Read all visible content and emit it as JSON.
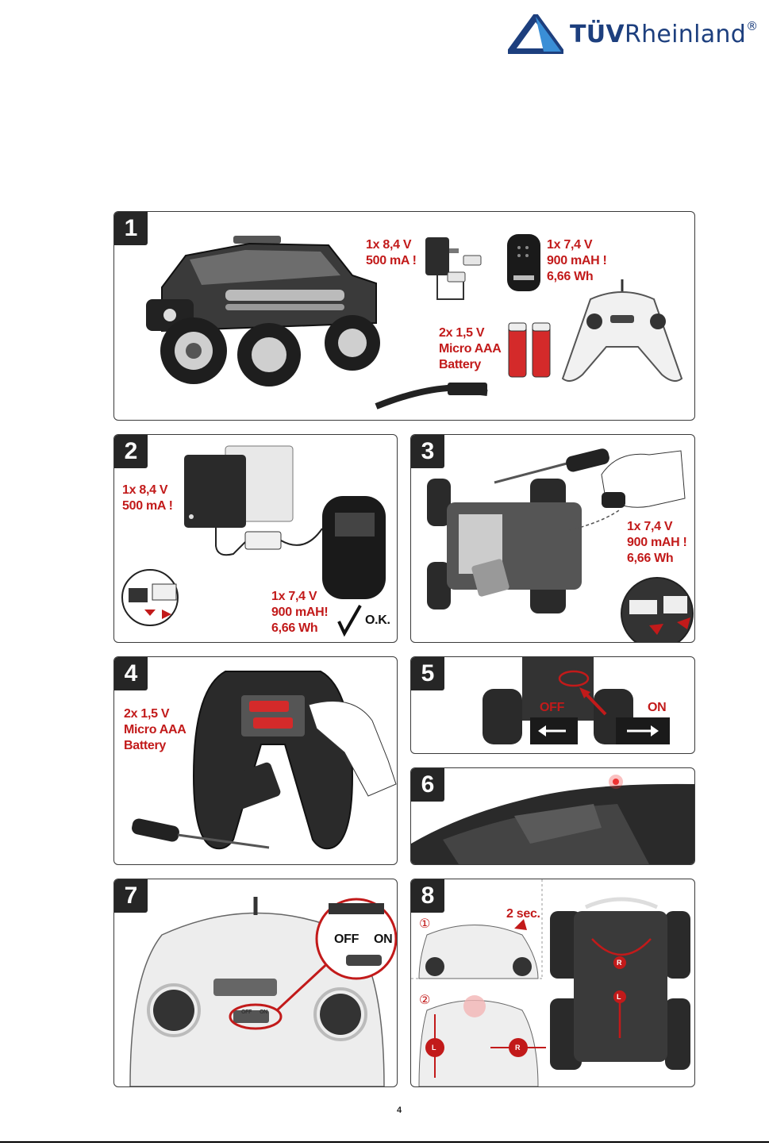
{
  "logo": {
    "brand_bold": "TÜV",
    "brand_rest": "Rheinland",
    "registered": "®",
    "brand_color": "#1d3f7e"
  },
  "accent_color": "#c21a1a",
  "steps": [
    {
      "number": "1",
      "charger": [
        "1x 8,4 V",
        "500 mA !"
      ],
      "battery_pack": [
        "1x 7,4 V",
        "900 mAH !",
        "6,66 Wh"
      ],
      "aaa": [
        "2x 1,5 V",
        "Micro AAA",
        "Battery"
      ]
    },
    {
      "number": "2",
      "charger": [
        "1x 8,4 V",
        "500 mA !"
      ],
      "battery_pack": [
        "1x 7,4 V",
        "900 mAH!",
        "6,66 Wh"
      ],
      "ok": "O.K."
    },
    {
      "number": "3",
      "battery_pack": [
        "1x 7,4 V",
        "900 mAH !",
        "6,66 Wh"
      ]
    },
    {
      "number": "4",
      "aaa": [
        "2x 1,5 V",
        "Micro AAA",
        "Battery"
      ]
    },
    {
      "number": "5",
      "off": "OFF",
      "on": "ON"
    },
    {
      "number": "6"
    },
    {
      "number": "7",
      "off": "OFF",
      "on": "ON",
      "small_off": "OFF",
      "small_on": "ON"
    },
    {
      "number": "8",
      "hold": "2 sec.",
      "circle_1": "①",
      "circle_2": "②",
      "r": "R",
      "l": "L"
    }
  ],
  "page_number": "4"
}
